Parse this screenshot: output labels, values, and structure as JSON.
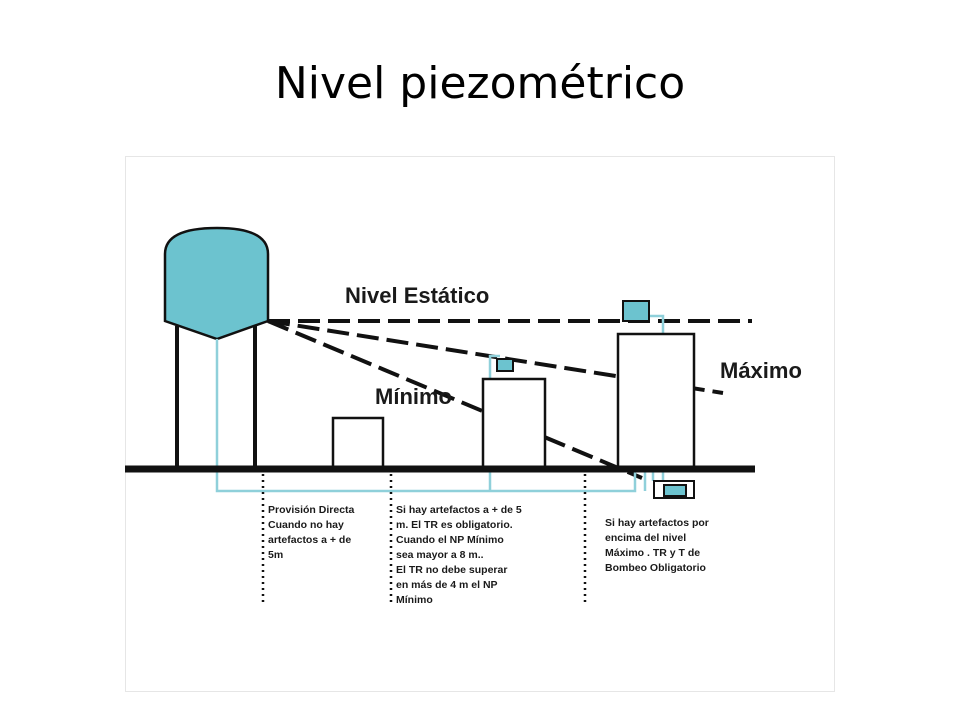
{
  "slide": {
    "title": "Nivel piezométrico"
  },
  "diagram": {
    "labels": {
      "static": "Nivel Estático",
      "max": "Máximo",
      "min": "Mínimo"
    },
    "zones": [
      {
        "lines": [
          "Provisión Directa",
          "Cuando no hay",
          "artefactos a + de",
          "5m"
        ]
      },
      {
        "lines": [
          "Si hay artefactos a + de 5",
          "m. El TR es obligatorio.",
          "Cuando el NP Mínimo",
          "sea mayor a 8 m..",
          "El TR no debe superar",
          "en más de 4 m el NP",
          "Mínimo"
        ]
      },
      {
        "lines": [
          "Si hay artefactos por",
          "encima del nivel",
          "Máximo . TR y T de",
          "Bombeo Obligatorio"
        ]
      }
    ],
    "colors": {
      "water": "#6cc3cf",
      "pipe": "#8fd0da",
      "ink": "#111111"
    }
  }
}
